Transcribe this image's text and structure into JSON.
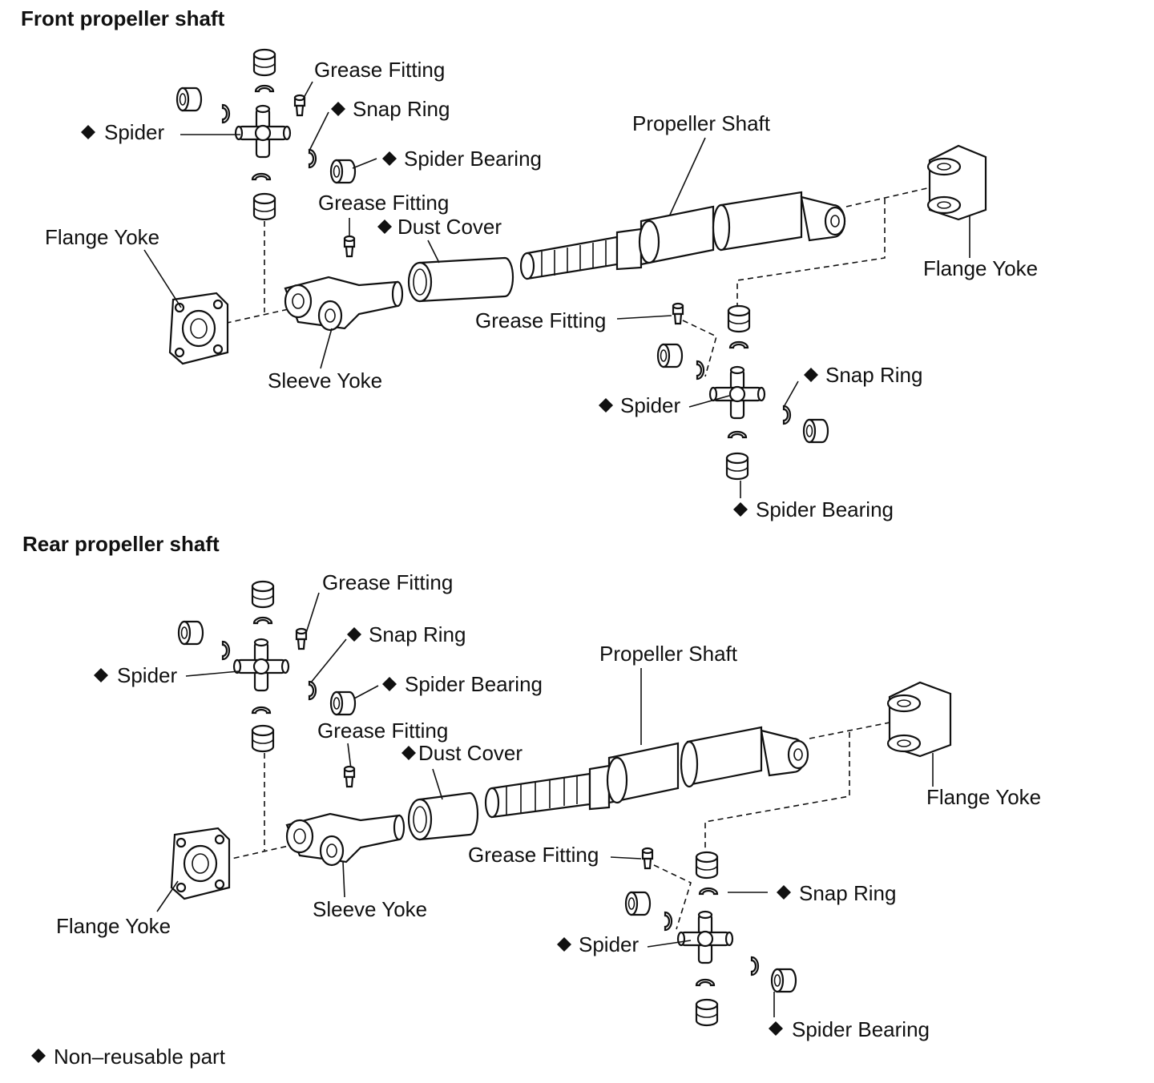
{
  "sections": {
    "front": {
      "title": "Front propeller shaft",
      "labels": {
        "grease_fitting_1": "Grease Fitting",
        "snap_ring_1": "Snap Ring",
        "spider_1": "Spider",
        "spider_bearing_1": "Spider Bearing",
        "propeller_shaft": "Propeller Shaft",
        "grease_fitting_2": "Grease Fitting",
        "dust_cover": "Dust Cover",
        "flange_yoke_left": "Flange Yoke",
        "flange_yoke_right": "Flange Yoke",
        "grease_fitting_3": "Grease Fitting",
        "sleeve_yoke": "Sleeve Yoke",
        "snap_ring_2": "Snap Ring",
        "spider_2": "Spider",
        "spider_bearing_2": "Spider Bearing"
      }
    },
    "rear": {
      "title": "Rear propeller shaft",
      "labels": {
        "grease_fitting_1": "Grease Fitting",
        "snap_ring_1": "Snap Ring",
        "spider_1": "Spider",
        "spider_bearing_1": "Spider Bearing",
        "propeller_shaft": "Propeller Shaft",
        "grease_fitting_2": "Grease Fitting",
        "dust_cover": "Dust Cover",
        "flange_yoke_right": "Flange Yoke",
        "grease_fitting_3": "Grease Fitting",
        "flange_yoke_left": "Flange Yoke",
        "sleeve_yoke": "Sleeve Yoke",
        "snap_ring_2": "Snap Ring",
        "spider_2": "Spider",
        "spider_bearing_2": "Spider Bearing"
      }
    }
  },
  "legend": {
    "text": "Non–reusable part"
  }
}
